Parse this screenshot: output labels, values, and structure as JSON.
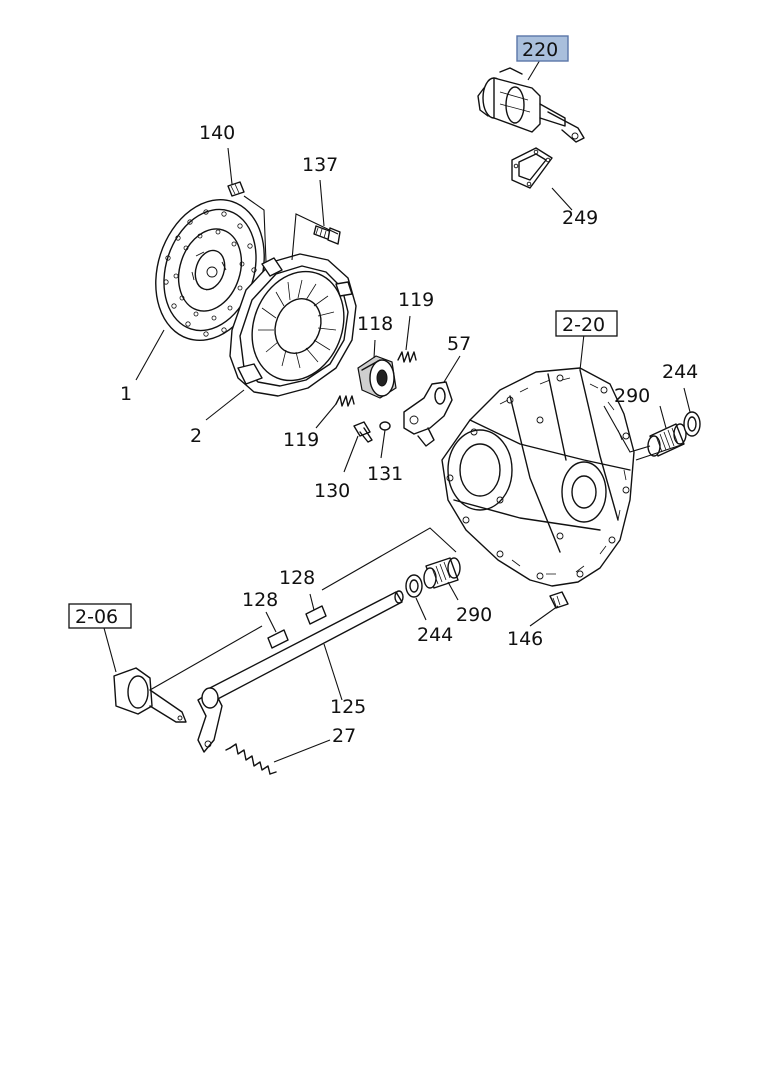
{
  "diagram": {
    "highlighted_part": "220",
    "part_numbers": {
      "p220": "220",
      "p249": "249",
      "p140": "140",
      "p137": "137",
      "p119_top": "119",
      "p118": "118",
      "p57": "57",
      "p1": "1",
      "p2": "2",
      "p119_bottom": "119",
      "p130": "130",
      "p131": "131",
      "p244_right": "244",
      "p290_right": "290",
      "p128_upper": "128",
      "p128_lower": "128",
      "p290_lower": "290",
      "p244_lower": "244",
      "p146": "146",
      "p125": "125",
      "p27": "27"
    },
    "references": {
      "ref_220": "2-20",
      "ref_206": "2-06"
    },
    "colors": {
      "highlight_fill": "#a9bfdc",
      "highlight_stroke": "#5a76a8",
      "line": "#111111"
    }
  }
}
